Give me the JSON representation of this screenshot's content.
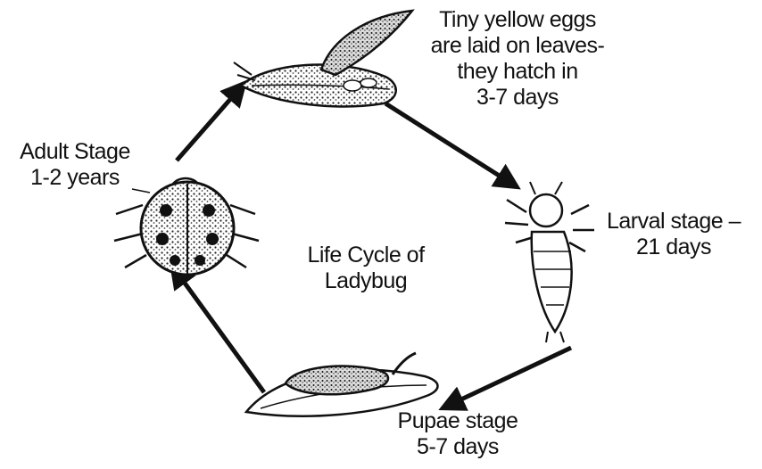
{
  "diagram": {
    "title_lines": [
      "Life Cycle of",
      "Ladybug"
    ],
    "stages": [
      {
        "id": "eggs",
        "lines": [
          "Tiny yellow eggs",
          "are laid on leaves-",
          "they hatch in",
          "3-7 days"
        ],
        "icon": "eggs-on-leaf-icon"
      },
      {
        "id": "larva",
        "lines": [
          "Larval stage –",
          "21 days"
        ],
        "icon": "larva-icon"
      },
      {
        "id": "pupa",
        "lines": [
          "Pupae stage",
          "5-7 days"
        ],
        "icon": "pupa-on-leaf-icon"
      },
      {
        "id": "adult",
        "lines": [
          "Adult Stage",
          "1-2 years"
        ],
        "icon": "ladybug-icon"
      }
    ]
  },
  "colors": {
    "ink": "#111111",
    "background": "#ffffff"
  }
}
